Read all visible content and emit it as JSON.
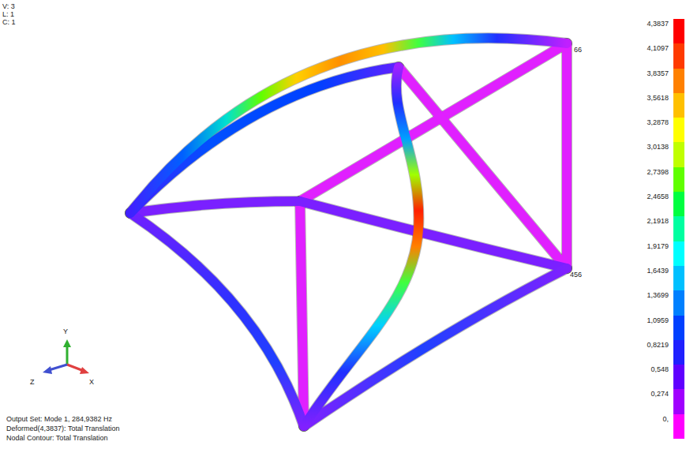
{
  "diagram": {
    "labels": [
      "V: 3",
      "L: 1",
      "C: 1",
      "66",
      "456",
      "Y",
      "Z",
      "X",
      "Output Set: Mode 1, 284,9382 Hz",
      "Deformed(4,3837): Total Translation",
      "Nodal Contour: Total Translation"
    ],
    "legend": [
      {
        "text": "4,3837",
        "color": "#ff0000"
      },
      {
        "text": "4,1097",
        "color": "#ff3a00"
      },
      {
        "text": "3,8357",
        "color": "#ff8000"
      },
      {
        "text": "3,5618",
        "color": "#ffc000"
      },
      {
        "text": "3,2878",
        "color": "#ffff00"
      },
      {
        "text": "3,0138",
        "color": "#c0ff00"
      },
      {
        "text": "2,7398",
        "color": "#60ff00"
      },
      {
        "text": "2,4658",
        "color": "#00ff40"
      },
      {
        "text": "2,1918",
        "color": "#00ffa0"
      },
      {
        "text": "1,9179",
        "color": "#00ffff"
      },
      {
        "text": "1,6439",
        "color": "#00c0ff"
      },
      {
        "text": "1,3699",
        "color": "#0080ff"
      },
      {
        "text": "1,0959",
        "color": "#0040ff"
      },
      {
        "text": "0,8219",
        "color": "#2020ff"
      },
      {
        "text": "0,548",
        "color": "#6000ff"
      },
      {
        "text": "0,274",
        "color": "#a000ff"
      },
      {
        "text": "0,",
        "color": "#ff00ff"
      }
    ]
  }
}
